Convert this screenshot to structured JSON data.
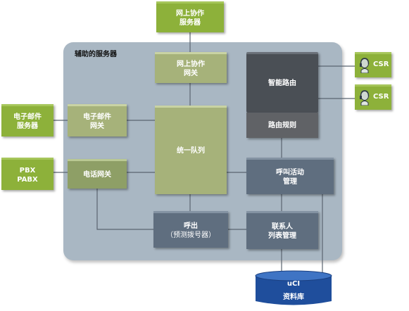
{
  "panel": {
    "title": "辅助的服务器"
  },
  "nodes": {
    "web_collab_server": [
      "网上协作",
      "服务器"
    ],
    "web_collab_gateway": [
      "网上协作",
      "网关"
    ],
    "email_server": [
      "电子邮件",
      "服务器"
    ],
    "email_gateway": [
      "电子邮件",
      "网关"
    ],
    "pbx": [
      "PBX",
      "PABX"
    ],
    "telephony_gateway": [
      "电话网关"
    ],
    "unified_queue": [
      "统一队列"
    ],
    "smart_routing": [
      "智能路由"
    ],
    "routing_rules": [
      "路由规则"
    ],
    "call_activity_mgmt": [
      "呼叫活动",
      "管理"
    ],
    "outbound_call": [
      "呼出",
      "（预测拨号器）"
    ],
    "contact_list_mgmt": [
      "联系人",
      "列表管理"
    ],
    "database": [
      "uCI",
      "资料库"
    ]
  },
  "csr": [
    "CSR",
    "CSR"
  ],
  "colors": {
    "external_green": "#8db13a",
    "gateway_olive": "#8e9f66",
    "slate": "#5f6e7f",
    "panel": "#a9b7c3",
    "database": "#1f4e9c"
  }
}
